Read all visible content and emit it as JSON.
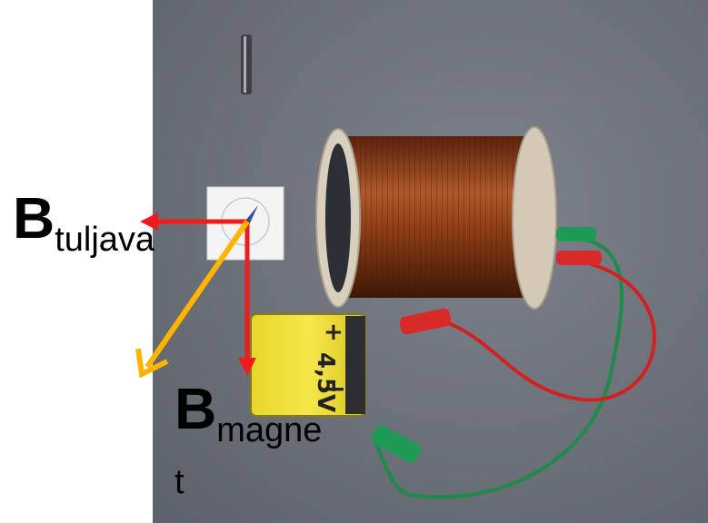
{
  "labels": {
    "b_tuljava": {
      "main": "B",
      "sub": "tuljava"
    },
    "b_magnet": {
      "main": "B",
      "sub": "magne",
      "overflow": "t"
    }
  },
  "battery": {
    "voltage": "4,5V",
    "plus": "+",
    "minus": "−"
  },
  "colors": {
    "arrow_red": "#ee1c1c",
    "arrow_orange": "#ffb400",
    "background": "#6b7079",
    "coil": "#8a3b16",
    "battery": "#f3e23a"
  }
}
